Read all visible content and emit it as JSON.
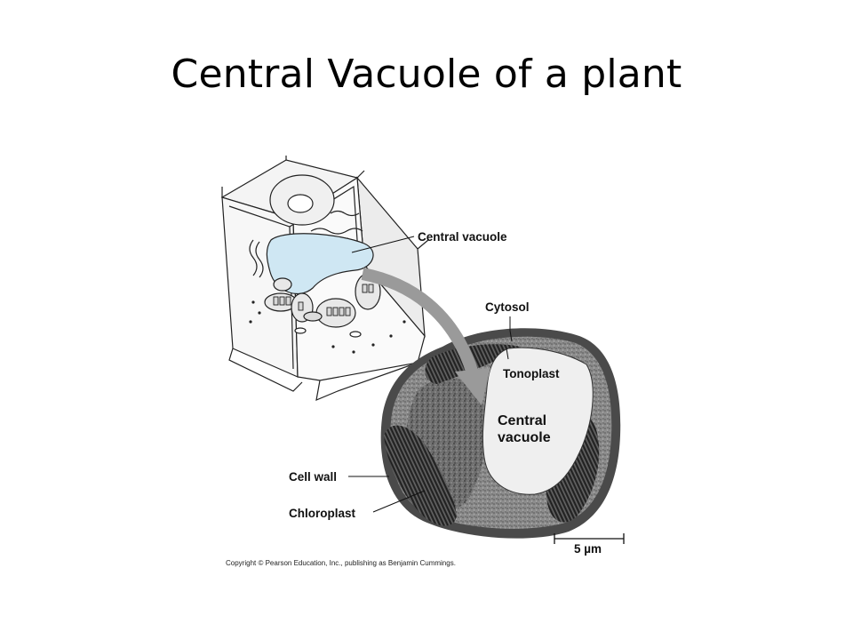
{
  "slide": {
    "title": "Central Vacuole of a plant"
  },
  "figure": {
    "labels": {
      "central_vacuole_top": "Central vacuole",
      "cytosol": "Cytosol",
      "tonoplast": "Tonoplast",
      "central_vacuole_line1": "Central",
      "central_vacuole_line2": "vacuole",
      "cell_wall": "Cell wall",
      "chloroplast": "Chloroplast",
      "scale_bar": "5 µm"
    },
    "copyright": "Copyright © Pearson Education, Inc., publishing as Benjamin Cummings.",
    "colors": {
      "vacuole_fill": "#cfe7f3",
      "arrow_gray": "#9a9a9a",
      "micrograph_dark": "#4a4a4a"
    }
  }
}
